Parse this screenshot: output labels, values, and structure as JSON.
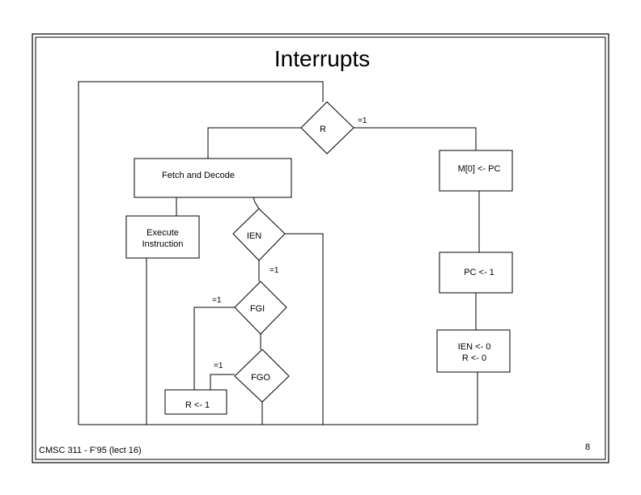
{
  "slide": {
    "title": "Interrupts",
    "footer_left": "CMSC 311 - F'95 (lect 16)",
    "page_number": "8"
  },
  "flowchart": {
    "decisions": {
      "r": "R",
      "ien": "IEN",
      "fgi": "FGI",
      "fgo": "FGO"
    },
    "processes": {
      "fetch_decode": "Fetch and Decode",
      "execute_line1": "Execute",
      "execute_line2": "Instruction",
      "m0_pc": "M[0] <- PC",
      "pc_1": "PC <- 1",
      "ien0_line1": "IEN <- 0",
      "ien0_line2": "R <- 0",
      "r1": "R <- 1"
    },
    "edge_labels": {
      "r_true": "=1",
      "ien_true": "=1",
      "fgi_true": "=1",
      "fgo_true": "=1"
    }
  },
  "colors": {
    "stroke": "#000000",
    "background": "#ffffff"
  }
}
